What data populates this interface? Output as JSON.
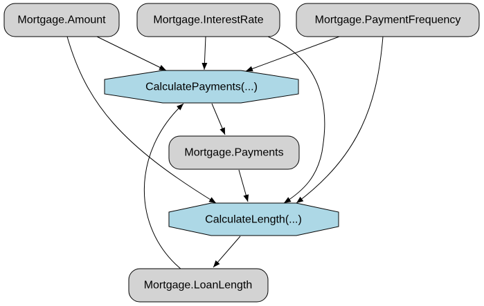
{
  "colors": {
    "variable_fill": "#d3d3d3",
    "function_fill": "#add8e6",
    "edge": "#000000"
  },
  "nodes": {
    "amount": {
      "label": "Mortgage.Amount",
      "kind": "variable"
    },
    "interest_rate": {
      "label": "Mortgage.InterestRate",
      "kind": "variable"
    },
    "payment_frequency": {
      "label": "Mortgage.PaymentFrequency",
      "kind": "variable"
    },
    "calculate_payments": {
      "label": "CalculatePayments(...)",
      "kind": "function"
    },
    "payments": {
      "label": "Mortgage.Payments",
      "kind": "variable"
    },
    "calculate_length": {
      "label": "CalculateLength(...)",
      "kind": "function"
    },
    "loan_length": {
      "label": "Mortgage.LoanLength",
      "kind": "variable"
    }
  },
  "edges": [
    {
      "from": "amount",
      "to": "calculate_payments"
    },
    {
      "from": "interest_rate",
      "to": "calculate_payments"
    },
    {
      "from": "payment_frequency",
      "to": "calculate_payments"
    },
    {
      "from": "calculate_payments",
      "to": "payments"
    },
    {
      "from": "amount",
      "to": "calculate_length"
    },
    {
      "from": "interest_rate",
      "to": "calculate_length"
    },
    {
      "from": "payment_frequency",
      "to": "calculate_length"
    },
    {
      "from": "payments",
      "to": "calculate_length"
    },
    {
      "from": "calculate_length",
      "to": "loan_length"
    },
    {
      "from": "loan_length",
      "to": "calculate_payments"
    }
  ]
}
